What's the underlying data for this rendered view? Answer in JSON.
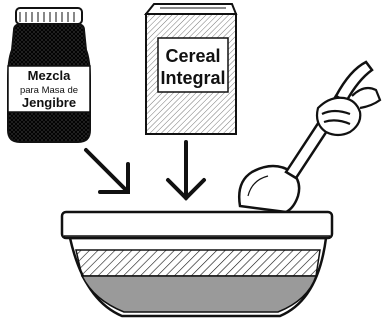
{
  "jar": {
    "label_line1": "Mezcla",
    "label_line2": "para Masa de",
    "label_line3": "Jengibre"
  },
  "cereal_box": {
    "label_line1": "Cereal",
    "label_line2": "Integral"
  },
  "icons": [
    "jar",
    "cereal-box",
    "arrow-down-right",
    "arrow-down",
    "mixing-bowl",
    "spoon",
    "hand"
  ],
  "colors": {
    "ink": "#111111",
    "bowl_band": "#9a9a9a",
    "paper": "#ffffff"
  }
}
